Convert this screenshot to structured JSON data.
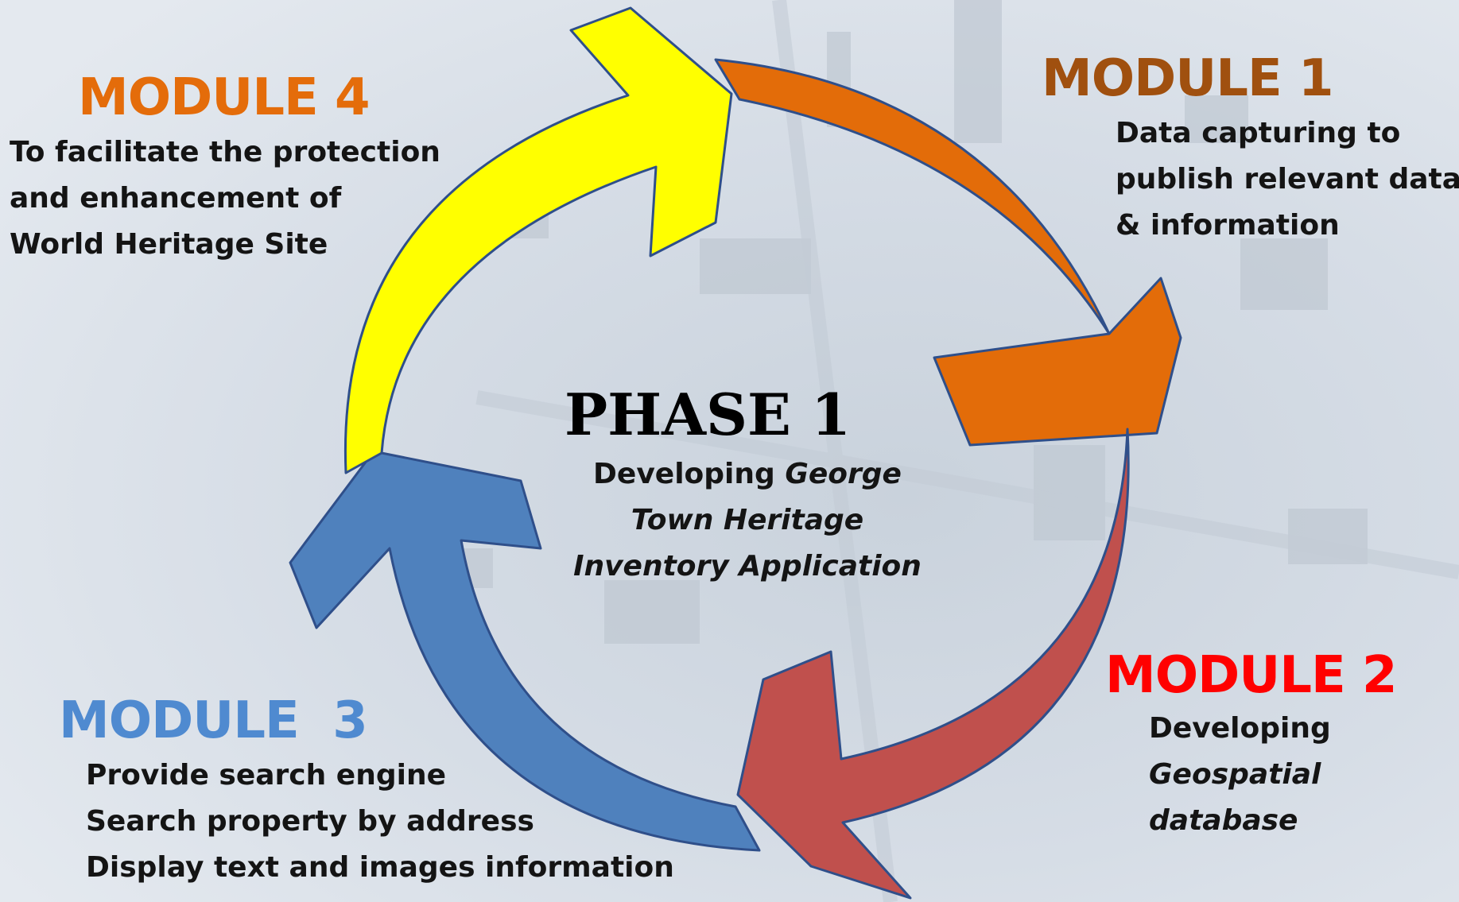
{
  "phase": {
    "title": "PHASE 1",
    "line1_normal": "Developing ",
    "line1_italic": "George",
    "line2": "Town Heritage",
    "line3": "Inventory Application"
  },
  "modules": [
    {
      "title": "MODULE 1",
      "color": "#a0500f",
      "arrow_color": "#e36c09",
      "lines": [
        "Data capturing to",
        "publish relevant data",
        "& information"
      ]
    },
    {
      "title": "MODULE 2",
      "color": "#ff0000",
      "arrow_color": "#c0504d",
      "lines": [
        "Developing",
        "Geospatial",
        "database"
      ]
    },
    {
      "title": "MODULE  3",
      "color": "#4f8ad0",
      "arrow_color": "#4f81bd",
      "lines": [
        "Provide search engine",
        "Search property by address",
        "Display text and images information"
      ]
    },
    {
      "title": "MODULE 4",
      "color": "#e46c0a",
      "arrow_color": "#ffff00",
      "lines": [
        "To facilitate the protection",
        "and enhancement of",
        "World Heritage Site"
      ]
    }
  ],
  "arrow_outline_color": "#2f4f8a"
}
